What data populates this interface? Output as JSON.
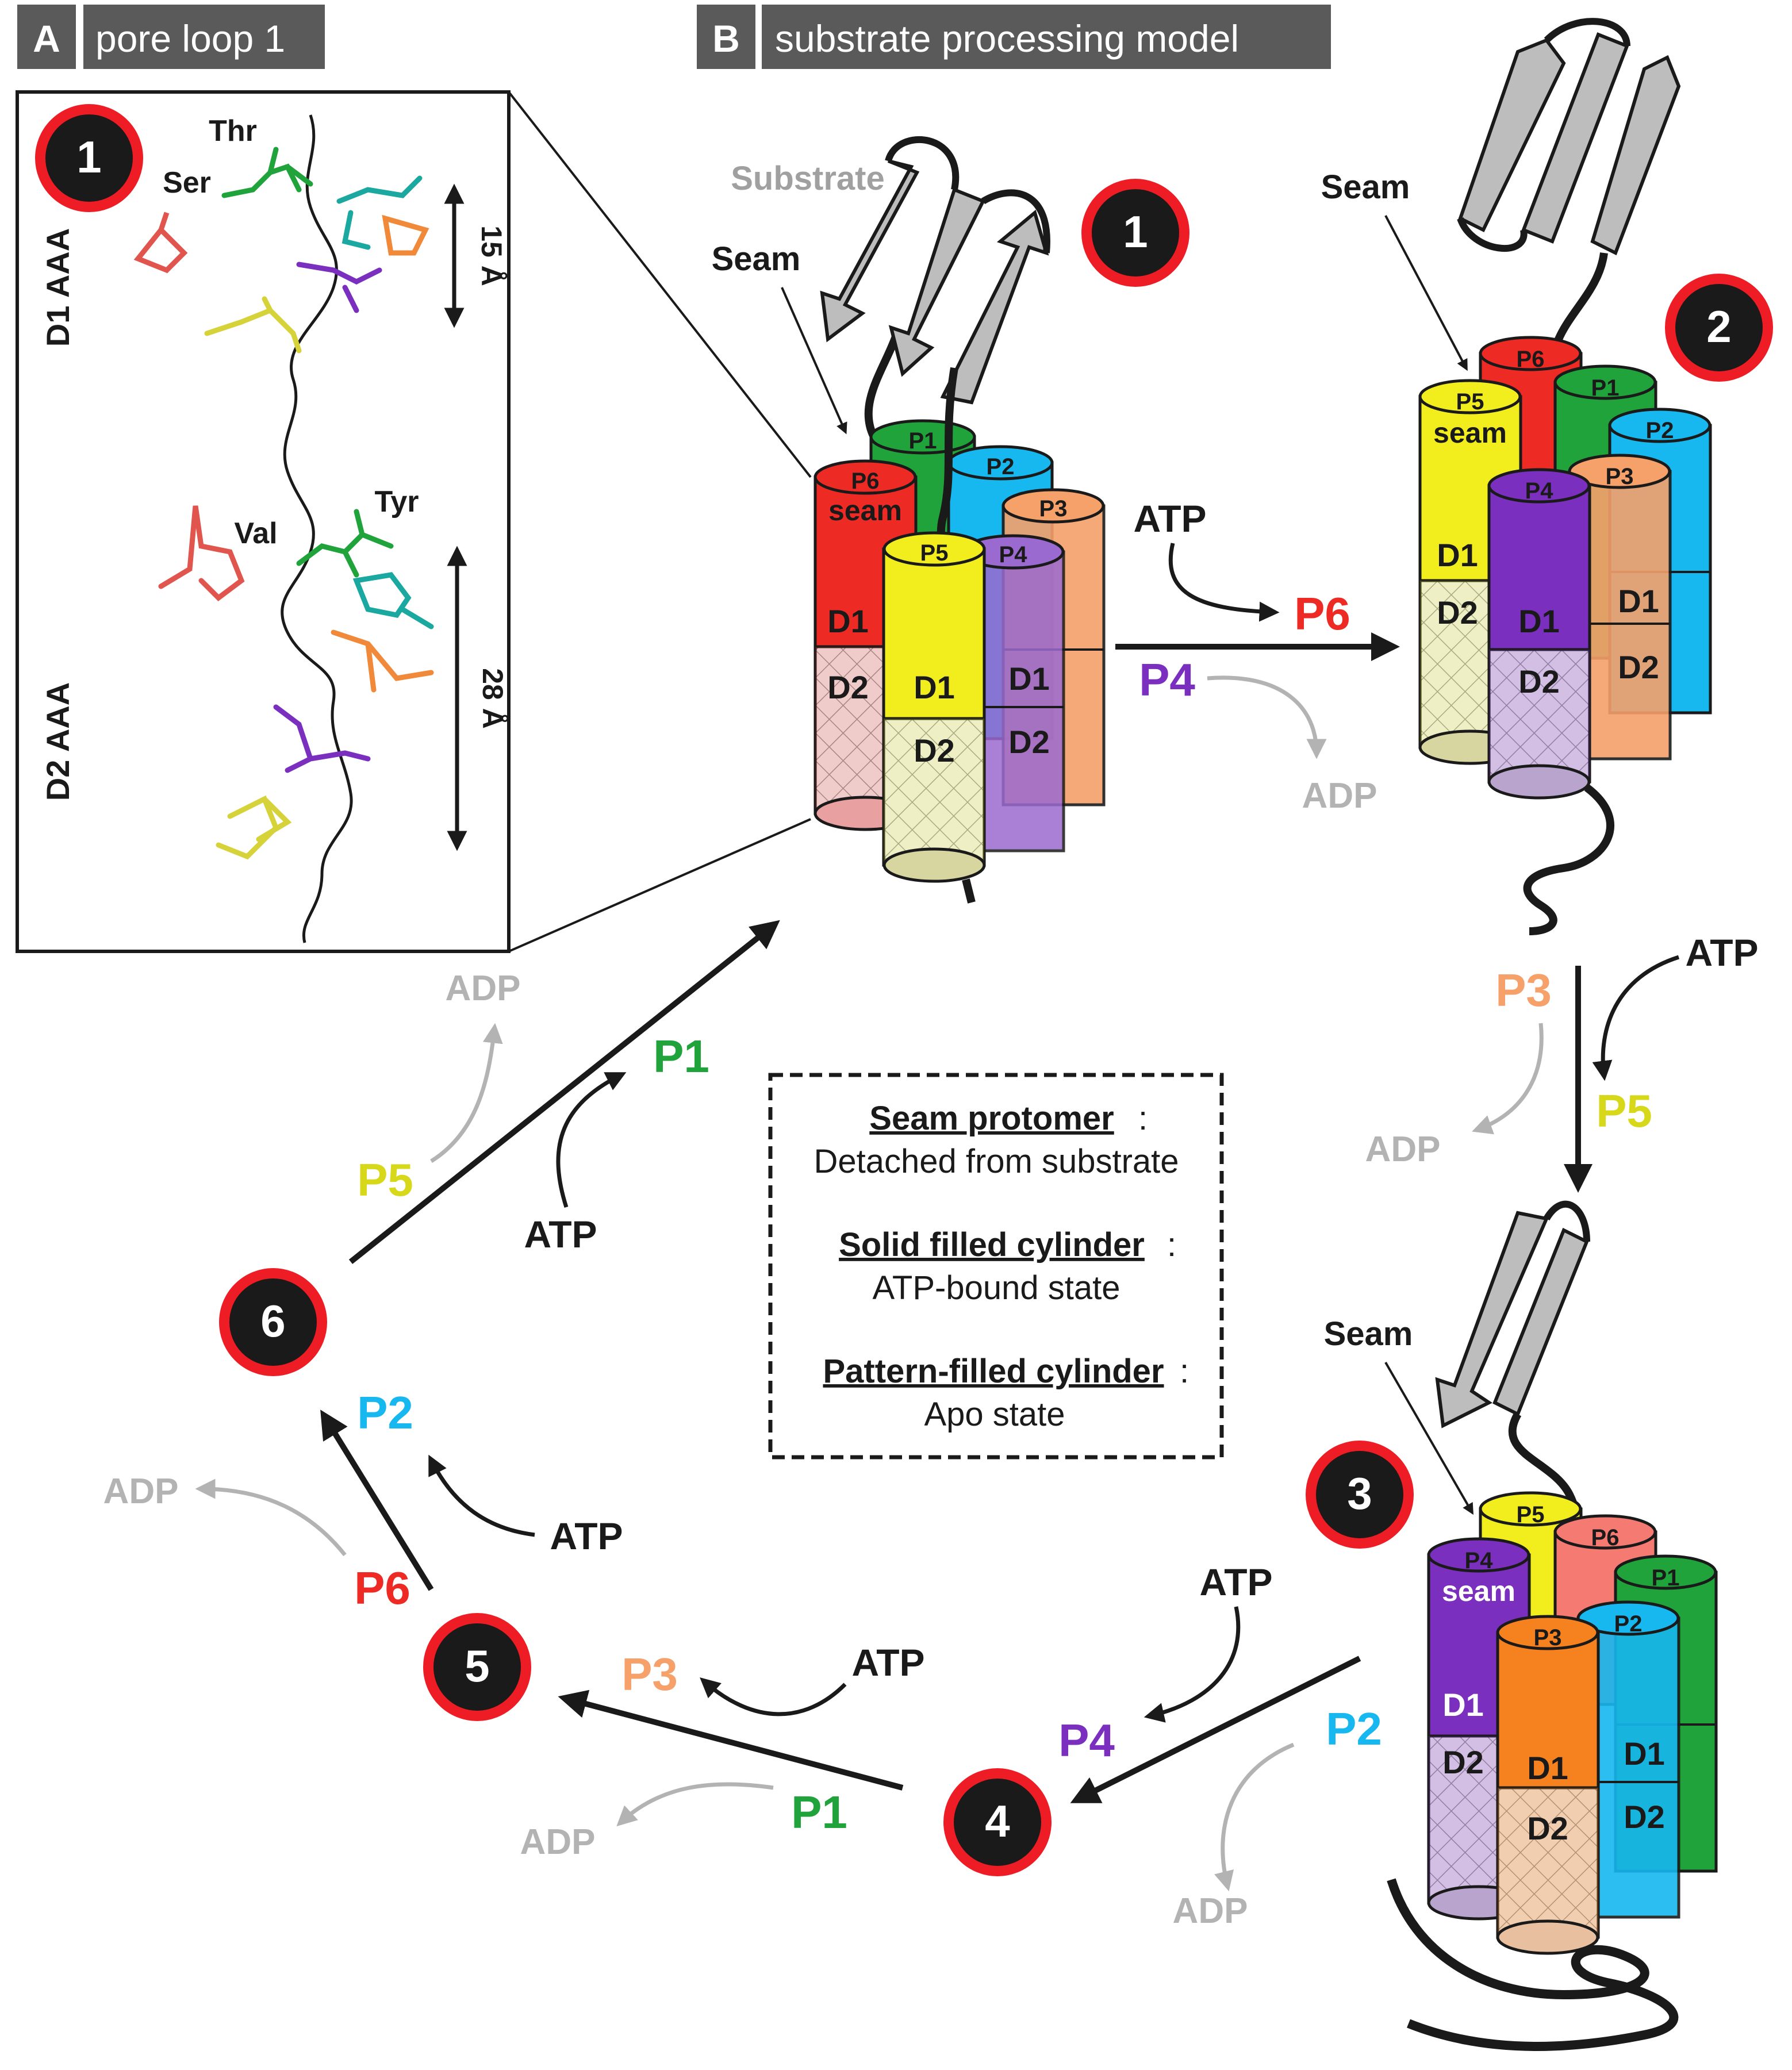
{
  "panelA": {
    "letter": "A",
    "title": "pore loop 1"
  },
  "panelB": {
    "letter": "B",
    "title": "substrate processing model"
  },
  "inset": {
    "step_badge": "1",
    "d1_label": "D1 AAA",
    "d2_label": "D2 AAA",
    "residues": {
      "thr": "Thr",
      "ser": "Ser",
      "val": "Val",
      "tyr": "Tyr"
    },
    "dist_d1": "15 Å",
    "dist_d2": "28 Å"
  },
  "steps": [
    "1",
    "2",
    "3",
    "4",
    "5",
    "6"
  ],
  "labels": {
    "substrate": "Substrate",
    "seam": "Seam",
    "seam_lower": "seam",
    "atp": "ATP",
    "adp": "ADP",
    "d1": "D1",
    "d2": "D2"
  },
  "protomers": {
    "p1": "P1",
    "p2": "P2",
    "p3": "P3",
    "p4": "P4",
    "p5": "P5",
    "p6": "P6"
  },
  "colors": {
    "p1": "#1fa33a",
    "p2": "#17b8f0",
    "p3": "#f6a06a",
    "p4": "#7b2fbe",
    "p5": "#f2ee1e",
    "p6": "#ee2a24",
    "adp": "#b3b3b3",
    "badge_ring": "#ee1c24",
    "badge_fill": "#1a1a1a",
    "header_bg": "#5a5a5a"
  },
  "legend": {
    "seam_title": "Seam protomer",
    "seam_desc": "Detached from substrate",
    "solid_title": "Solid filled cylinder",
    "solid_desc": "ATP-bound state",
    "pattern_title": "Pattern-filled cylinder",
    "pattern_desc": "Apo state",
    "colon": ":"
  }
}
